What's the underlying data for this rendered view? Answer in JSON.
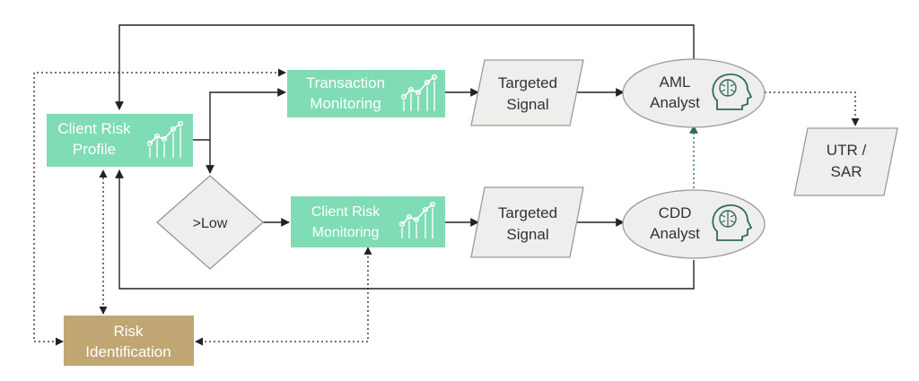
{
  "nodes": {
    "client_risk_profile": {
      "line1": "Client Risk",
      "line2": "Profile"
    },
    "transaction_monitoring": {
      "line1": "Transaction",
      "line2": "Monitoring"
    },
    "client_risk_monitoring": {
      "line1": "Client Risk",
      "line2": "Monitoring"
    },
    "decision": {
      "label": ">Low"
    },
    "targeted_signal_top": {
      "line1": "Targeted",
      "line2": "Signal"
    },
    "targeted_signal_bottom": {
      "line1": "Targeted",
      "line2": "Signal"
    },
    "aml_analyst": {
      "line1": "AML",
      "line2": "Analyst"
    },
    "cdd_analyst": {
      "line1": "CDD",
      "line2": "Analyst"
    },
    "utr_sar": {
      "line1": "UTR /",
      "line2": "SAR"
    },
    "risk_identification": {
      "line1": "Risk",
      "line2": "Identification"
    }
  },
  "colors": {
    "green_box": "#7fdcb4",
    "gold_box": "#bfa672",
    "gray_fill": "#eeeeec",
    "gray_stroke": "#9a9a9a",
    "line": "#222222",
    "dotted_teal": "#2e6b5a",
    "text_dark": "#333333",
    "text_white": "#ffffff"
  },
  "icons": [
    "trend-chart-icon",
    "brain-head-icon"
  ]
}
